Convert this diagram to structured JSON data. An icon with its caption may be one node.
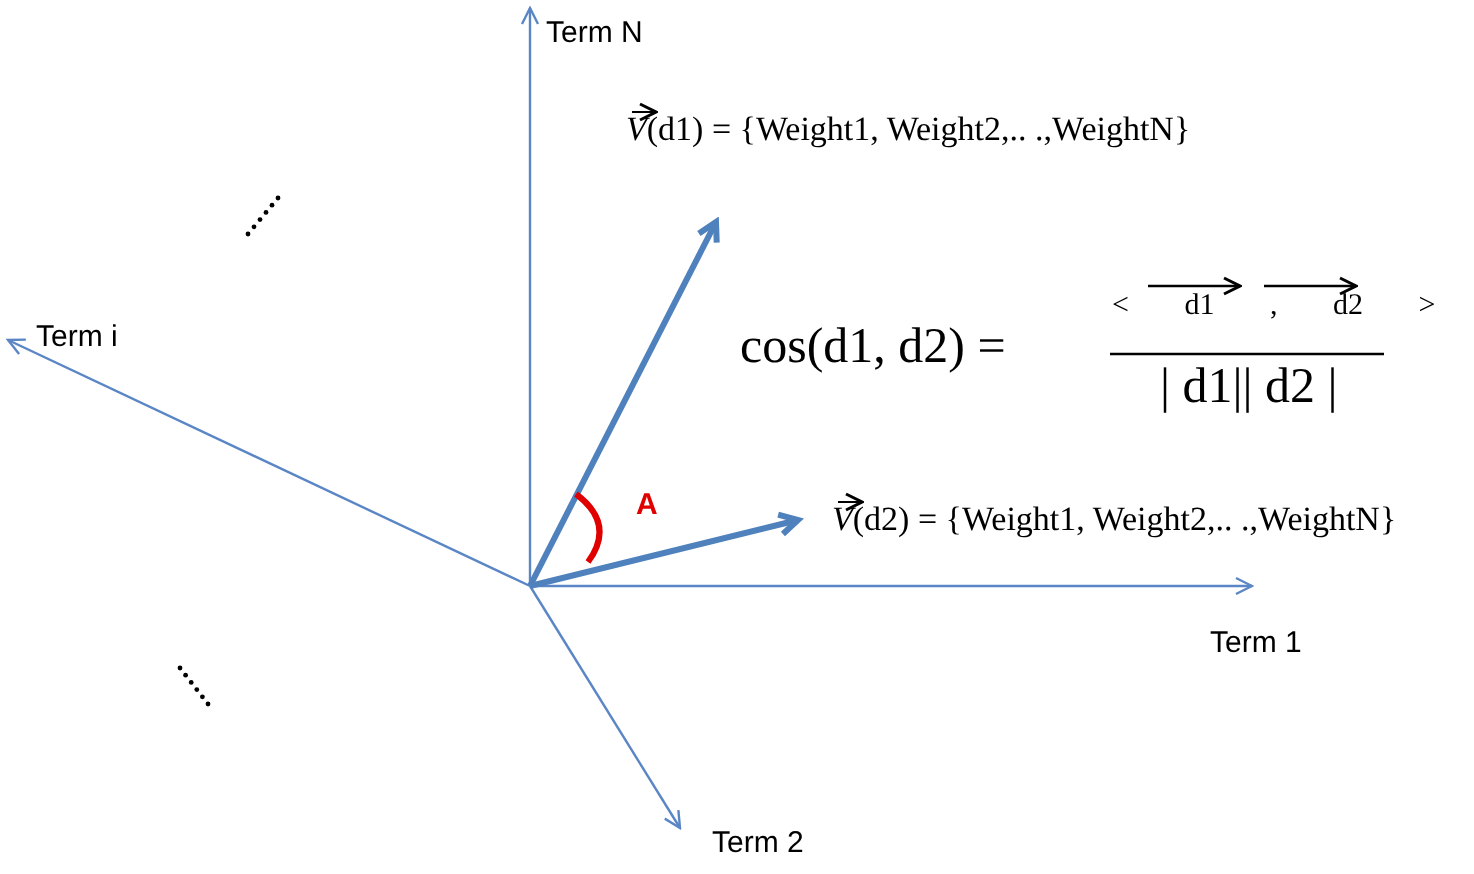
{
  "diagram": {
    "labels": [
      "Term N",
      "*V*(d1) = {Weight1, Weight2,.. .,WeightN}",
      "Term i",
      "cos(d1, d2) =",
      "< d1 , d2 >",
      "| d1|| d2 |",
      "A",
      "*V*(d2) = {Weight1, Weight2,.. .,WeightN}",
      "Term 1",
      "Term 2"
    ]
  }
}
